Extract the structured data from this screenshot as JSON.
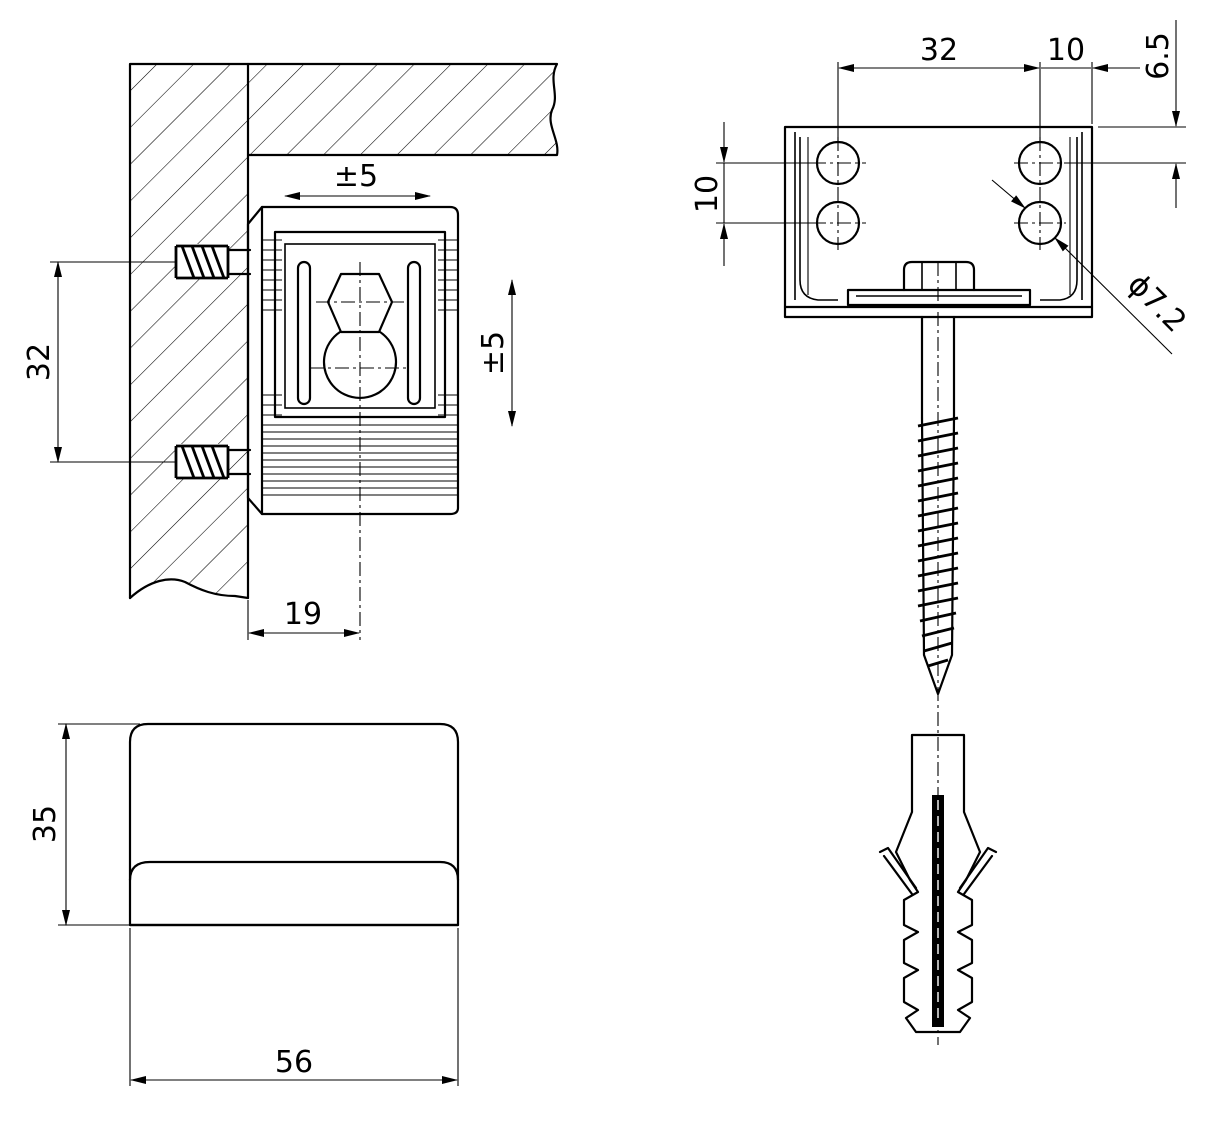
{
  "dimensions": {
    "adjust_horizontal": "±5",
    "adjust_vertical": "±5",
    "hole_spacing_left": "32",
    "depth_offset": "19",
    "cover_height": "35",
    "cover_width": "56",
    "bracket_hole_spacing": "32",
    "bracket_edge_offset": "10",
    "bracket_top_offset": "6.5",
    "bracket_vertical_spacing": "10",
    "hole_diameter": "ϕ7.2"
  }
}
